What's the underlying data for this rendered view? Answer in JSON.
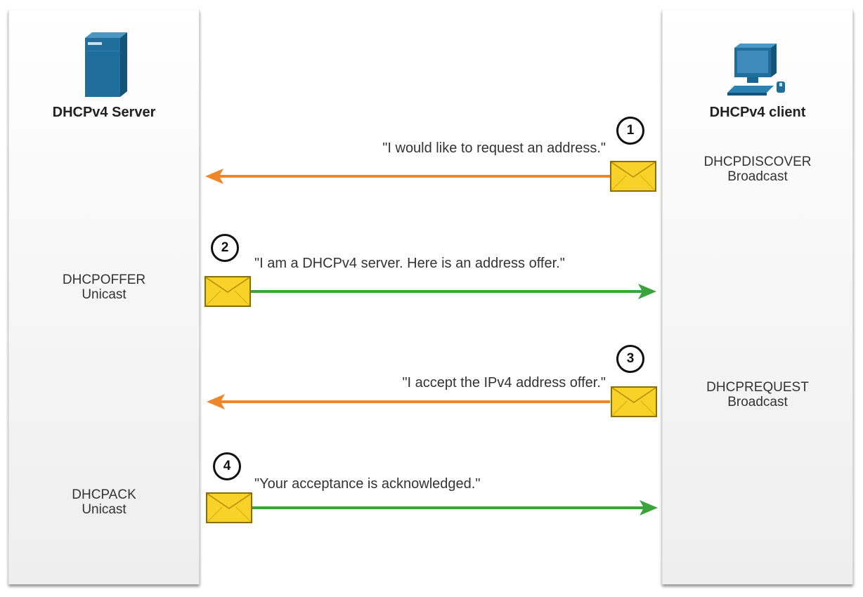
{
  "server": {
    "label": "DHCPv4 Server",
    "icon": "server-icon"
  },
  "client": {
    "label": "DHCPv4 client",
    "icon": "computer-icon"
  },
  "colors": {
    "to_server_arrow": "#f0862a",
    "to_client_arrow": "#3aa33a",
    "envelope": "#f7d229",
    "device_blue": "#1f6e9c"
  },
  "steps": [
    {
      "number": "1",
      "quote": "\"I would like to request an address.\"",
      "message_type": "DHCPDISCOVER",
      "delivery": "Broadcast",
      "direction": "client-to-server"
    },
    {
      "number": "2",
      "quote": "\"I am a DHCPv4 server. Here is an address offer.\"",
      "message_type": "DHCPOFFER",
      "delivery": "Unicast",
      "direction": "server-to-client"
    },
    {
      "number": "3",
      "quote": "\"I accept the IPv4 address offer.\"",
      "message_type": "DHCPREQUEST",
      "delivery": "Broadcast",
      "direction": "client-to-server"
    },
    {
      "number": "4",
      "quote": "\"Your acceptance is acknowledged.\"",
      "message_type": "DHCPACK",
      "delivery": "Unicast",
      "direction": "server-to-client"
    }
  ]
}
